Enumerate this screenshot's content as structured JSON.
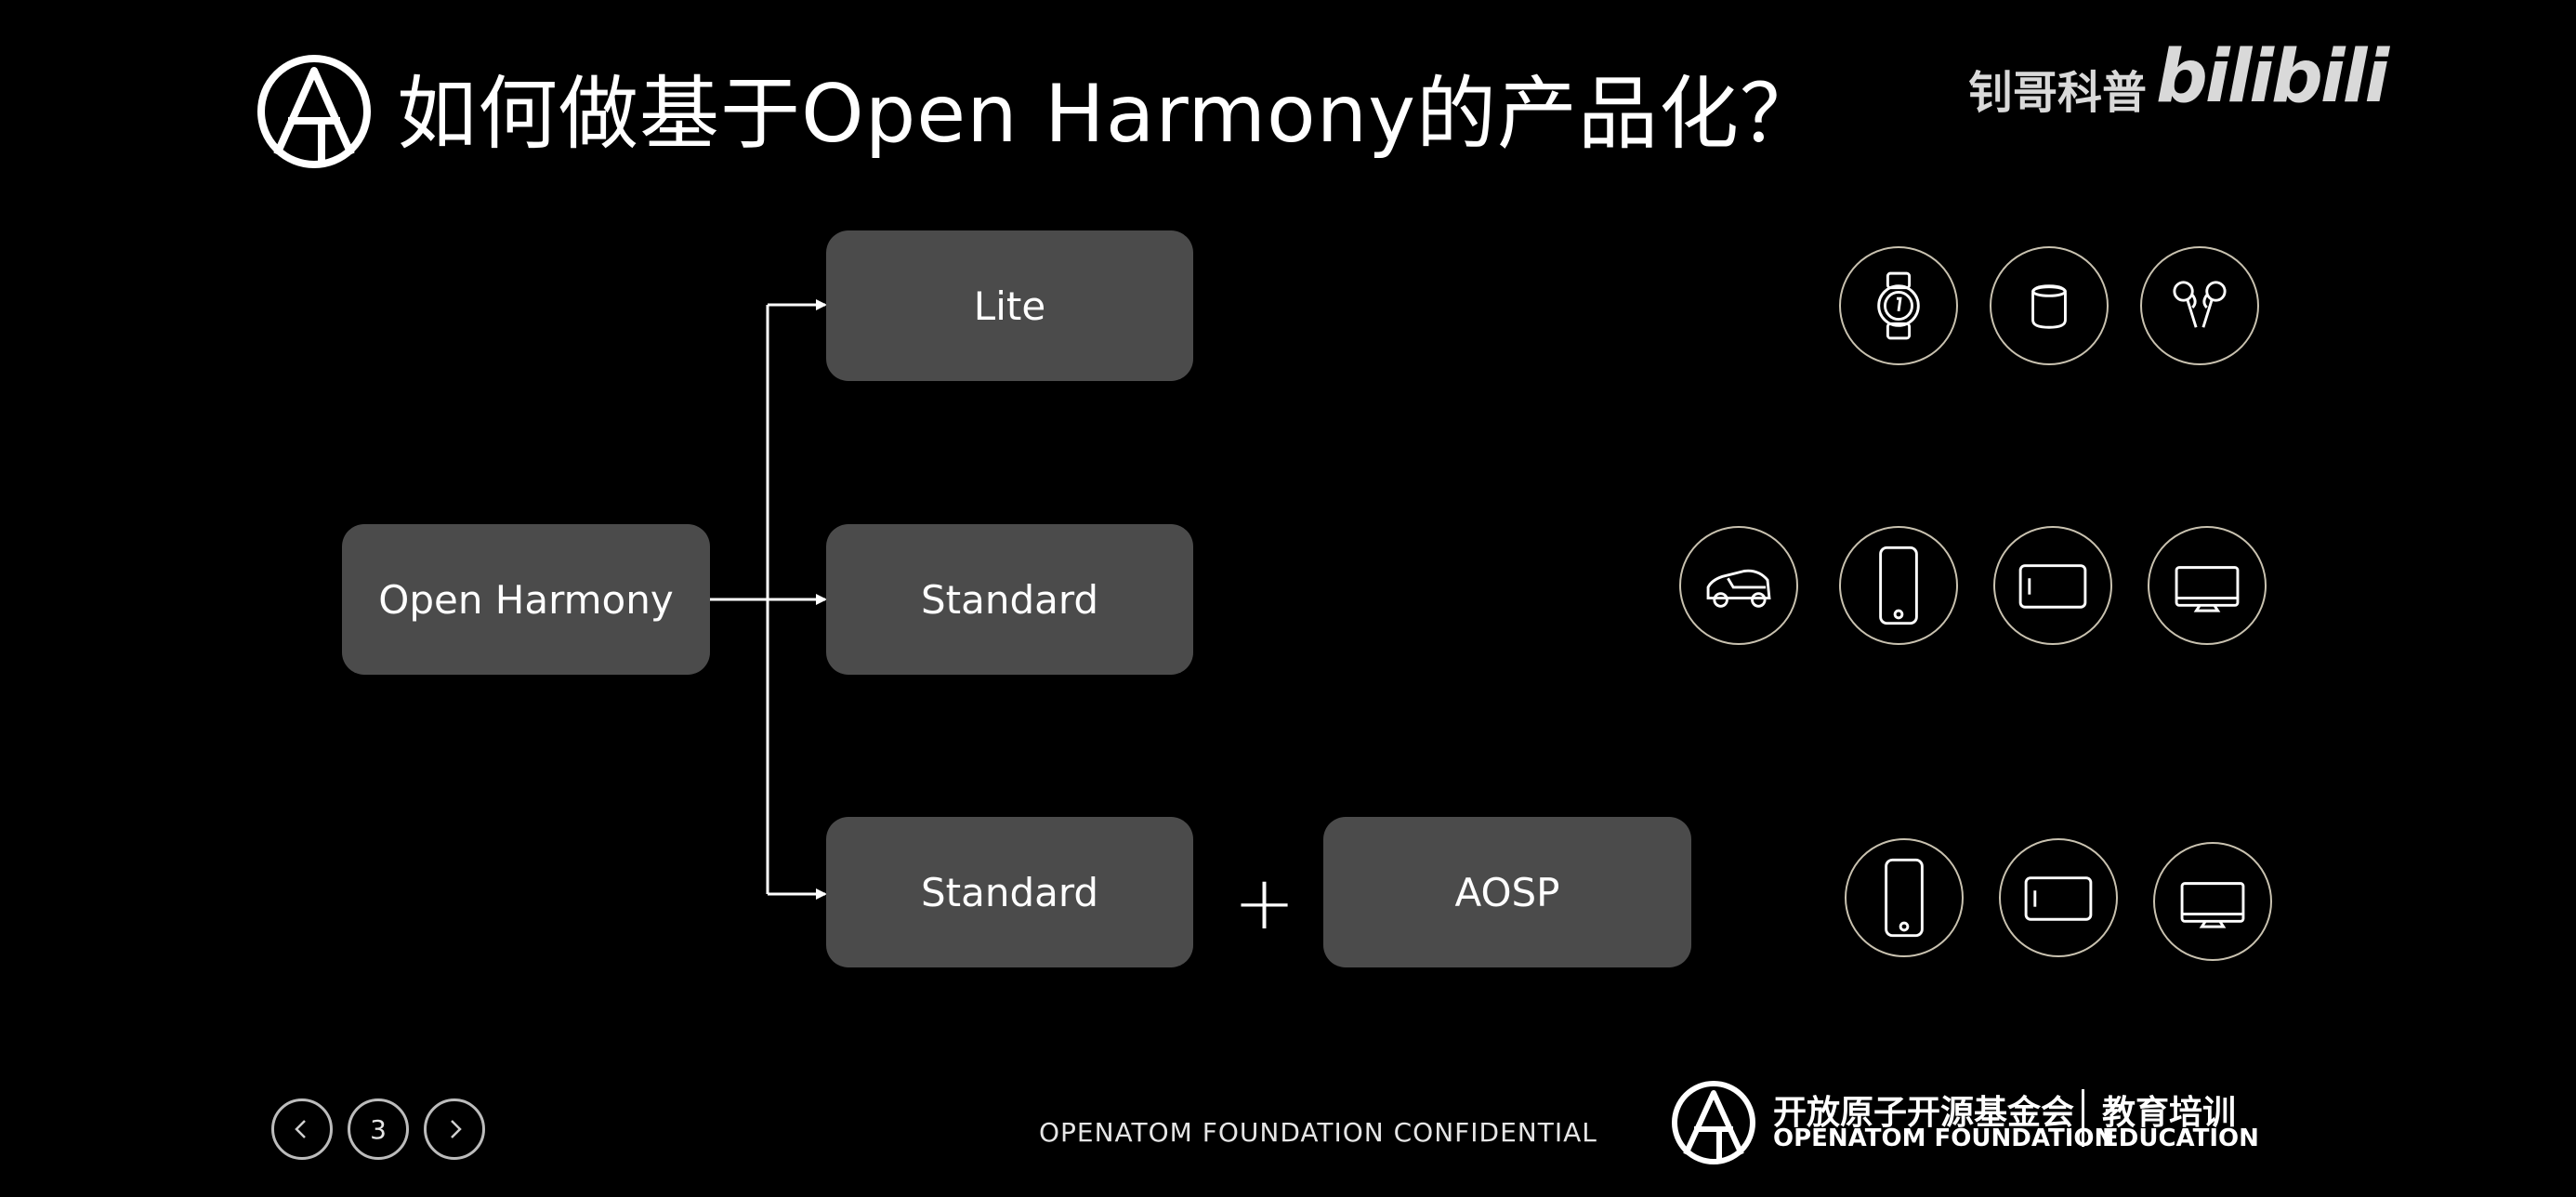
{
  "title": "如何做基于Open Harmony的产品化？",
  "brand": {
    "cn": "钊哥科普",
    "platform": "bilibili"
  },
  "diagram": {
    "source": "Open Harmony",
    "branches": [
      "Lite",
      "Standard",
      "Standard"
    ],
    "plus": "+",
    "addon": "AOSP"
  },
  "devices": {
    "row1": [
      "watch-icon",
      "smart-speaker-icon",
      "earbuds-icon"
    ],
    "row2": [
      "car-icon",
      "phone-icon",
      "tablet-icon",
      "tv-icon"
    ],
    "row3": [
      "phone-icon",
      "tablet-icon",
      "tv-icon"
    ]
  },
  "footer": {
    "page": "3",
    "confidential": "OPENATOM FOUNDATION CONFIDENTIAL",
    "org_cn": "开放原子开源基金会",
    "org_en": "OPENATOM FOUNDATION",
    "edu_cn": "教育培训",
    "edu_en": "EDUCATION"
  },
  "colors": {
    "background": "#000000",
    "box": "#4b4b4b",
    "text": "#ffffff",
    "icon_ring": "#c9c2b0"
  }
}
